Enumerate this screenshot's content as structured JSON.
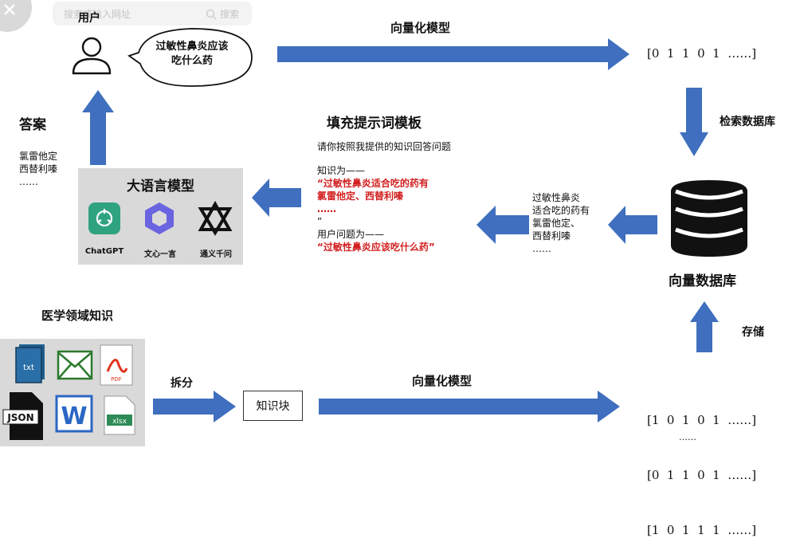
{
  "labels": {
    "user": "用户",
    "question_line1": "过敏性鼻炎应该",
    "question_line2": "吃什么药",
    "vectorize_top": "向量化模型",
    "vector_top": "[0  1  1  0  1  ……]",
    "retrieve_db": "检索数据库",
    "vector_db": "向量数据库",
    "store": "存储",
    "answer": "答案",
    "answer_lines": [
      "氯雷他定",
      "西替利嗪",
      "……"
    ],
    "fill_prompt": "填充提示词模板",
    "prompt_intro": "请你按照我提供的知识回答问题",
    "prompt_knowledge_label": "知识为——",
    "prompt_knowledge_lines": [
      "“过敏性鼻炎适合吃的药有",
      "氯雷他定、西替利嗪",
      "……",
      "”"
    ],
    "prompt_question_label": "用户问题为——",
    "prompt_question_text": "“过敏性鼻炎应该吃什么药”",
    "retrieved_lines": [
      "过敏性鼻炎",
      "适合吃的药有",
      "氯雷他定、",
      "西替利嗪",
      "……"
    ],
    "llm_title": "大语言模型",
    "llm_models": [
      "ChatGPT",
      "文心一言",
      "通义千问"
    ],
    "medical_knowledge": "医学领域知识",
    "split": "拆分",
    "knowledge_chunk": "知识块",
    "vectorize_bottom": "向量化模型",
    "vectors_bottom": [
      "[1  0  1  0  1  ……]",
      "[0  1  1  0  1  ……]",
      "[1  0  1  1  1  ……]"
    ],
    "vectors_bottom_more": "……",
    "file_labels": [
      "txt",
      "PDF",
      "JSON",
      "xlsx"
    ],
    "overlay_search_left": "搜索或输入网址",
    "overlay_search_right": "搜索"
  },
  "colors": {
    "arrow": "#3f6fbe",
    "red": "#d21f1f",
    "gray_box": "#d9d9d9",
    "chatgpt": "#2fa37f",
    "wenxin": "#6a64e0"
  }
}
